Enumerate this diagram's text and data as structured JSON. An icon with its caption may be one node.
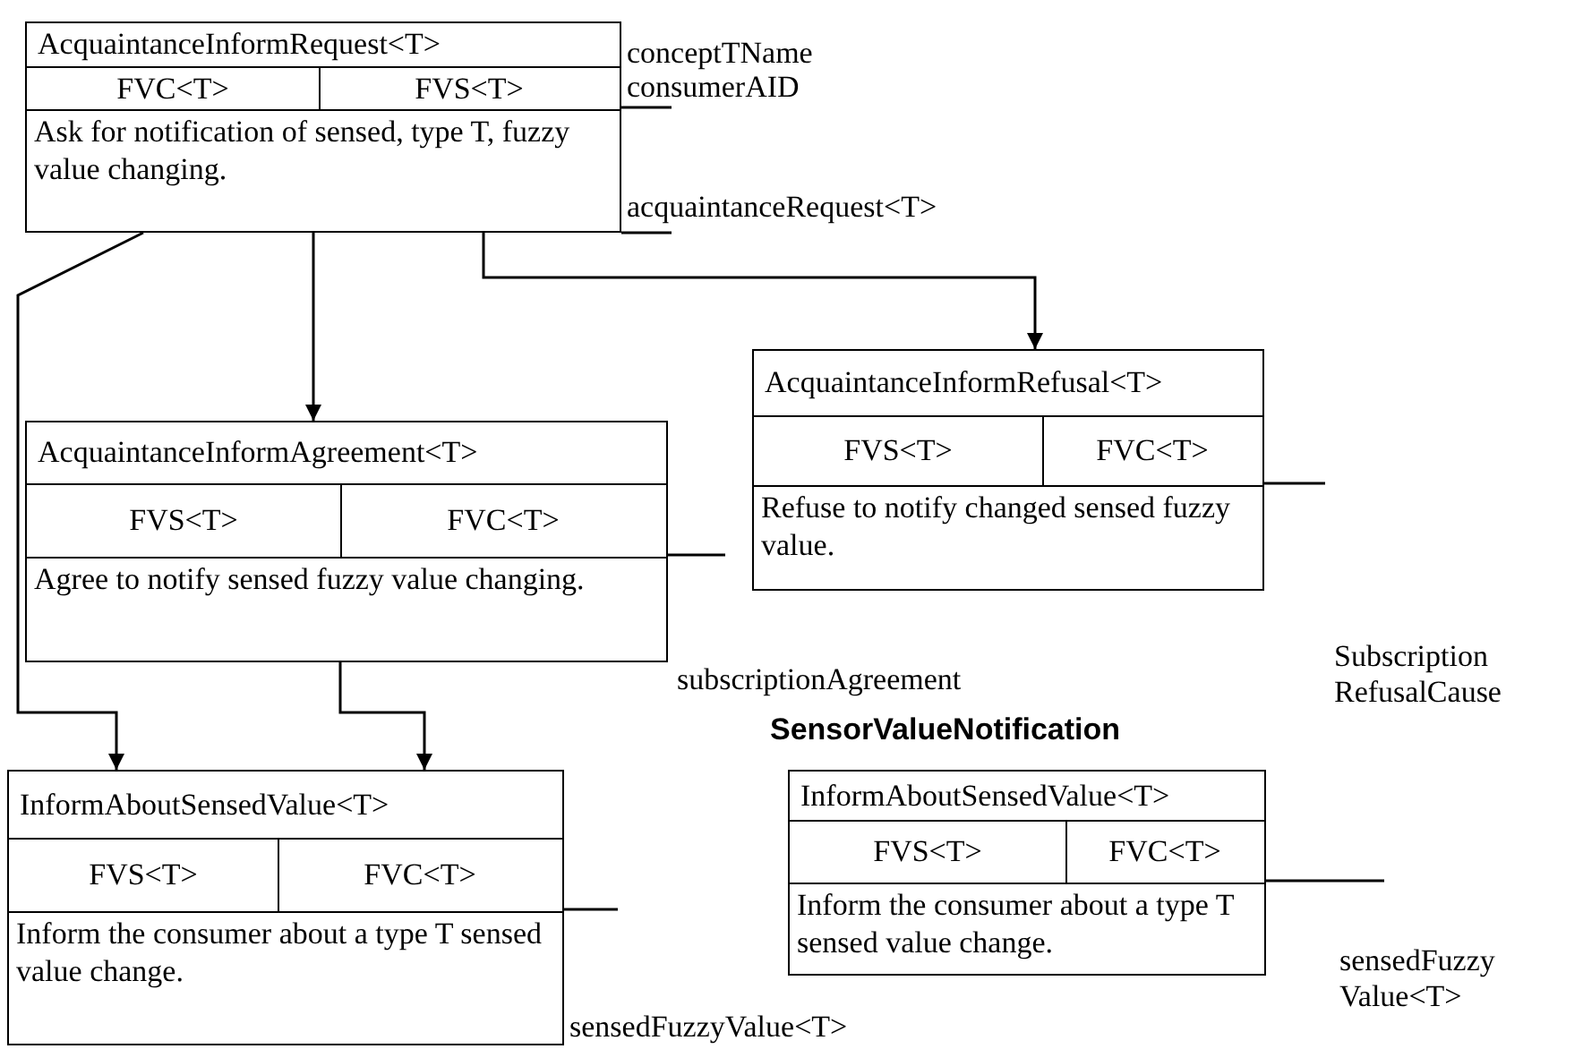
{
  "diagram": {
    "nodes": [
      {
        "text": [
          "AcquaintanceInformRequest<T>",
          "FVC<T>",
          "FVS<T>",
          "Ask for notification of sensed, type T, fuzzy value changing."
        ],
        "beside": [
          "conceptTName",
          "consumerAID",
          "acquaintanceRequest<T>"
        ]
      },
      {
        "text": [
          "AcquaintanceInformRefusal<T>",
          "FVS<T>",
          "FVC<T>",
          "Refuse to notify changed sensed fuzzy value."
        ],
        "beside": [
          "Subscription RefusalCause"
        ]
      },
      {
        "text": [
          "AcquaintanceInformAgreement<T>",
          "FVS<T>",
          "FVC<T>",
          "Agree to notify sensed fuzzy value changing."
        ],
        "beside": [
          "subscriptionAgreement"
        ]
      },
      {
        "text": [
          "InformAboutSensedValue<T>",
          "FVS<T>",
          "FVC<T>",
          "Inform the consumer about a type T sensed value change."
        ],
        "beside": [
          "sensedFuzzyValue<T>"
        ]
      },
      {
        "text": [
          "InformAboutSensedValue<T>",
          "FVS<T>",
          "FVC<T>",
          "Inform the consumer about a type T sensed value change."
        ],
        "beside": [
          "sensedFuzzy Value<T>"
        ]
      }
    ],
    "edges": [
      {
        "from": 0,
        "to": 2,
        "arrow": "to"
      },
      {
        "from": 0,
        "to": 1,
        "arrow": "to"
      },
      {
        "from": 0,
        "to": 3,
        "arrow": "to"
      },
      {
        "from": 2,
        "to": 3,
        "arrow": "to"
      }
    ],
    "labels": [
      "SensorValueNotification"
    ]
  }
}
